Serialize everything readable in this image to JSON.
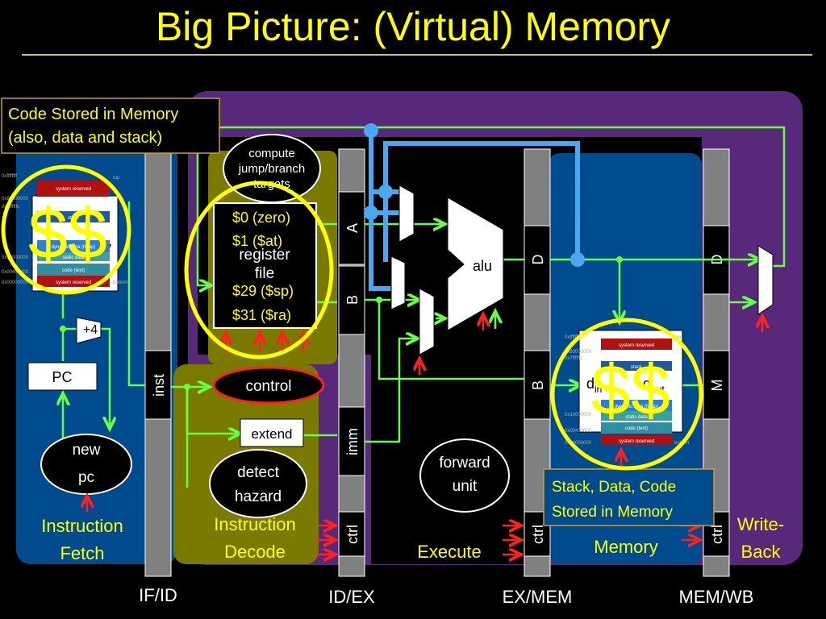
{
  "slide": {
    "title": "Big Picture: (Virtual) Memory"
  },
  "colors": {
    "background": "#000000",
    "title": "#ffff00",
    "purple_region": "#58287a",
    "fetch_region": "#004b8d",
    "decode_region": "#7a7a00",
    "wire_green": "#66ff44",
    "wire_blue": "#4aa8f0",
    "highlight": "#ffff00",
    "arrow_red": "#ff2020"
  },
  "callouts": {
    "code_line1": "Code Stored in Memory",
    "code_line2": "(also, data and stack)",
    "stack_line1": "Stack, Data, Code",
    "stack_line2": "Stored in Memory"
  },
  "fetch": {
    "plus4": "+4",
    "pc": "PC",
    "new_pc_line1": "new",
    "new_pc_line2": "pc",
    "stage_line1": "Instruction",
    "stage_line2": "Fetch",
    "mem_partial": "y"
  },
  "decode": {
    "compute_line1": "compute",
    "compute_line2": "jump/branch",
    "compute_line3": "targets",
    "registers": [
      "$0 (zero)",
      "$1 ($at)",
      "$29 ($sp)",
      "$31 ($ra)"
    ],
    "regfile_line1": "register",
    "regfile_line2": "file",
    "control": "control",
    "extend": "extend",
    "hazard_line1": "detect",
    "hazard_line2": "hazard",
    "stage_line1": "Instruction",
    "stage_line2": "Decode"
  },
  "execute": {
    "alu": "alu",
    "forward_line1": "forward",
    "forward_line2": "unit",
    "stage": "Execute"
  },
  "memory": {
    "d_in": "d",
    "d_in_sub": "in",
    "d_out": "d",
    "d_out_sub": "out",
    "stage": "Memory"
  },
  "writeback": {
    "stage_line1": "Write-",
    "stage_line2": "Back"
  },
  "pipeline_registers": {
    "if_id": {
      "label": "IF/ID",
      "fields": [
        "inst"
      ]
    },
    "id_ex": {
      "label": "ID/EX",
      "fields": [
        "A",
        "B",
        "imm",
        "ctrl"
      ]
    },
    "ex_mem": {
      "label": "EX/MEM",
      "fields": [
        "D",
        "B",
        "ctrl"
      ]
    },
    "mem_wb": {
      "label": "MEM/WB",
      "fields": [
        "D",
        "M",
        "ctrl"
      ]
    }
  },
  "memory_map": {
    "regions": [
      "system reserved",
      "stack",
      "dynamic data (heap)",
      "static data",
      "code (text)",
      "system reserved"
    ],
    "addr_top": "0xffffffff",
    "addr_mid1": "0x80000000",
    "addr_mid2": "0x7ffffffc",
    "addr_low1": "0x10000000",
    "addr_low2": "0x00400000",
    "addr_low3": "0x00000000",
    "word_top": "top",
    "word_bottom": "bottom"
  },
  "cache_symbol": "$$"
}
